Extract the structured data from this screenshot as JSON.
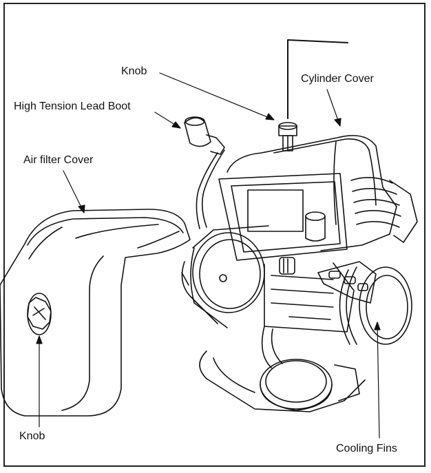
{
  "labels": {
    "knob_top": "Knob",
    "cylinder_cover": "Cylinder Cover",
    "high_tension_lead_boot": "High Tension Lead Boot",
    "air_filter_cover": "Air filter Cover",
    "knob_bottom": "Knob",
    "cooling_fins": "Cooling Fins"
  },
  "colors": {
    "line": "#111111",
    "background": "#ffffff"
  }
}
